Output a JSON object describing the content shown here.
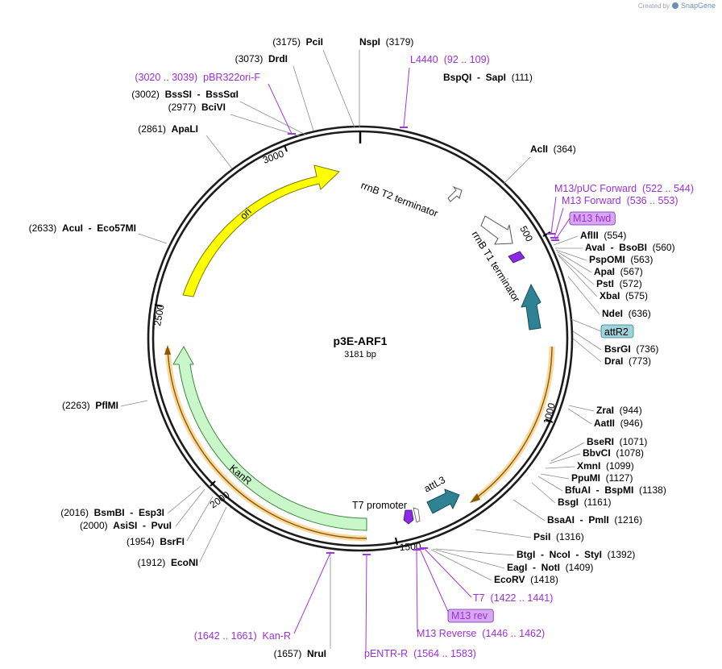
{
  "header": {
    "credit_prefix": "Created by",
    "brand": "SnapGene",
    "brand_icon": "snapgene-logo-icon"
  },
  "plasmid": {
    "name": "p3E-ARF1",
    "length_label": "3181 bp",
    "length": 3181
  },
  "colors": {
    "backbone": "#1c1c1c",
    "ori": "#ffff00",
    "kanr": "#c9f7c9",
    "attr2": "#2e8294",
    "attl3": "#2e8294",
    "primer": "#a136e0",
    "orange_feature": "#f5a623",
    "label_box": "#d7a8f2",
    "attr2_box": "#9fd3da"
  },
  "ticks": [
    {
      "label": "500",
      "bp": 500
    },
    {
      "label": "1000",
      "bp": 1000
    },
    {
      "label": "1500",
      "bp": 1500
    },
    {
      "label": "2000",
      "bp": 2000
    },
    {
      "label": "2500",
      "bp": 2500
    },
    {
      "label": "3000",
      "bp": 3000
    }
  ],
  "features": [
    {
      "label": "ori",
      "type": "arrow",
      "start": 2350,
      "end": 3000
    },
    {
      "label": "KanR",
      "type": "arrow",
      "start": 2470,
      "end": 1680
    },
    {
      "label": "rrnB T2 terminator",
      "type": "outline",
      "pos": 220
    },
    {
      "label": "rrnB T1 terminator",
      "type": "outline",
      "pos": 350
    },
    {
      "label": "attR2",
      "type": "block",
      "pos": 670
    },
    {
      "label": "attL3",
      "type": "block",
      "pos": 1340
    },
    {
      "label": "T7 promoter",
      "type": "small",
      "pos": 1420
    }
  ],
  "sites": [
    {
      "pos": "(3175)",
      "name": "PciI",
      "partner": ""
    },
    {
      "pos": "(3179)",
      "name": "NspI",
      "partner": ""
    },
    {
      "pos": "(3073)",
      "name": "DrdI",
      "partner": ""
    },
    {
      "pos": "(111)",
      "name": "BspQI",
      "partner": "SapI"
    },
    {
      "pos": "(3002)",
      "name": "BssSI",
      "partner": "BssSαI"
    },
    {
      "pos": "(2977)",
      "name": "BciVI",
      "partner": ""
    },
    {
      "pos": "(2861)",
      "name": "ApaLI",
      "partner": ""
    },
    {
      "pos": "(364)",
      "name": "AclI",
      "partner": ""
    },
    {
      "pos": "(2633)",
      "name": "AcuI",
      "partner": "Eco57MI"
    },
    {
      "pos": "(554)",
      "name": "AflII",
      "partner": ""
    },
    {
      "pos": "(560)",
      "name": "AvaI",
      "partner": "BsoBI"
    },
    {
      "pos": "(563)",
      "name": "PspOMI",
      "partner": ""
    },
    {
      "pos": "(567)",
      "name": "ApaI",
      "partner": ""
    },
    {
      "pos": "(572)",
      "name": "PstI",
      "partner": ""
    },
    {
      "pos": "(575)",
      "name": "XbaI",
      "partner": ""
    },
    {
      "pos": "(636)",
      "name": "NdeI",
      "partner": ""
    },
    {
      "pos": "(736)",
      "name": "BsrGI",
      "partner": ""
    },
    {
      "pos": "(773)",
      "name": "DraI",
      "partner": ""
    },
    {
      "pos": "(2263)",
      "name": "PflMI",
      "partner": ""
    },
    {
      "pos": "(944)",
      "name": "ZraI",
      "partner": ""
    },
    {
      "pos": "(946)",
      "name": "AatII",
      "partner": ""
    },
    {
      "pos": "(1071)",
      "name": "BseRI",
      "partner": ""
    },
    {
      "pos": "(1078)",
      "name": "BbvCI",
      "partner": ""
    },
    {
      "pos": "(1099)",
      "name": "XmnI",
      "partner": ""
    },
    {
      "pos": "(1127)",
      "name": "PpuMI",
      "partner": ""
    },
    {
      "pos": "(1138)",
      "name": "BfuAI",
      "partner": "BspMI"
    },
    {
      "pos": "(1161)",
      "name": "BsgI",
      "partner": ""
    },
    {
      "pos": "(2016)",
      "name": "BsmBI",
      "partner": "Esp3I"
    },
    {
      "pos": "(2000)",
      "name": "AsiSI",
      "partner": "PvuI"
    },
    {
      "pos": "(1216)",
      "name": "BsaAI",
      "partner": "PmlI"
    },
    {
      "pos": "(1954)",
      "name": "BsrFI",
      "partner": ""
    },
    {
      "pos": "(1316)",
      "name": "PsiI",
      "partner": ""
    },
    {
      "pos": "(1912)",
      "name": "EcoNI",
      "partner": ""
    },
    {
      "pos": "(1392)",
      "name": "BtgI",
      "partner": "NcoI  -  StyI"
    },
    {
      "pos": "(1409)",
      "name": "EagI",
      "partner": "NotI"
    },
    {
      "pos": "(1418)",
      "name": "EcoRV",
      "partner": ""
    },
    {
      "pos": "(1657)",
      "name": "NruI",
      "partner": ""
    }
  ],
  "primers": [
    {
      "name": "L4440",
      "range": "(92 .. 109)"
    },
    {
      "name": "pBR322ori-F",
      "range": "(3020 .. 3039)"
    },
    {
      "name": "M13/pUC Forward",
      "range": "(522 .. 544)"
    },
    {
      "name": "M13 Forward",
      "range": "(536 .. 553)"
    },
    {
      "name": "M13 fwd",
      "range": ""
    },
    {
      "name": "T7",
      "range": "(1422 .. 1441)"
    },
    {
      "name": "M13 rev",
      "range": ""
    },
    {
      "name": "M13 Reverse",
      "range": "(1446 .. 1462)"
    },
    {
      "name": "Kan-R",
      "range": "(1642 .. 1661)"
    },
    {
      "name": "pENTR-R",
      "range": "(1564 .. 1583)"
    }
  ]
}
